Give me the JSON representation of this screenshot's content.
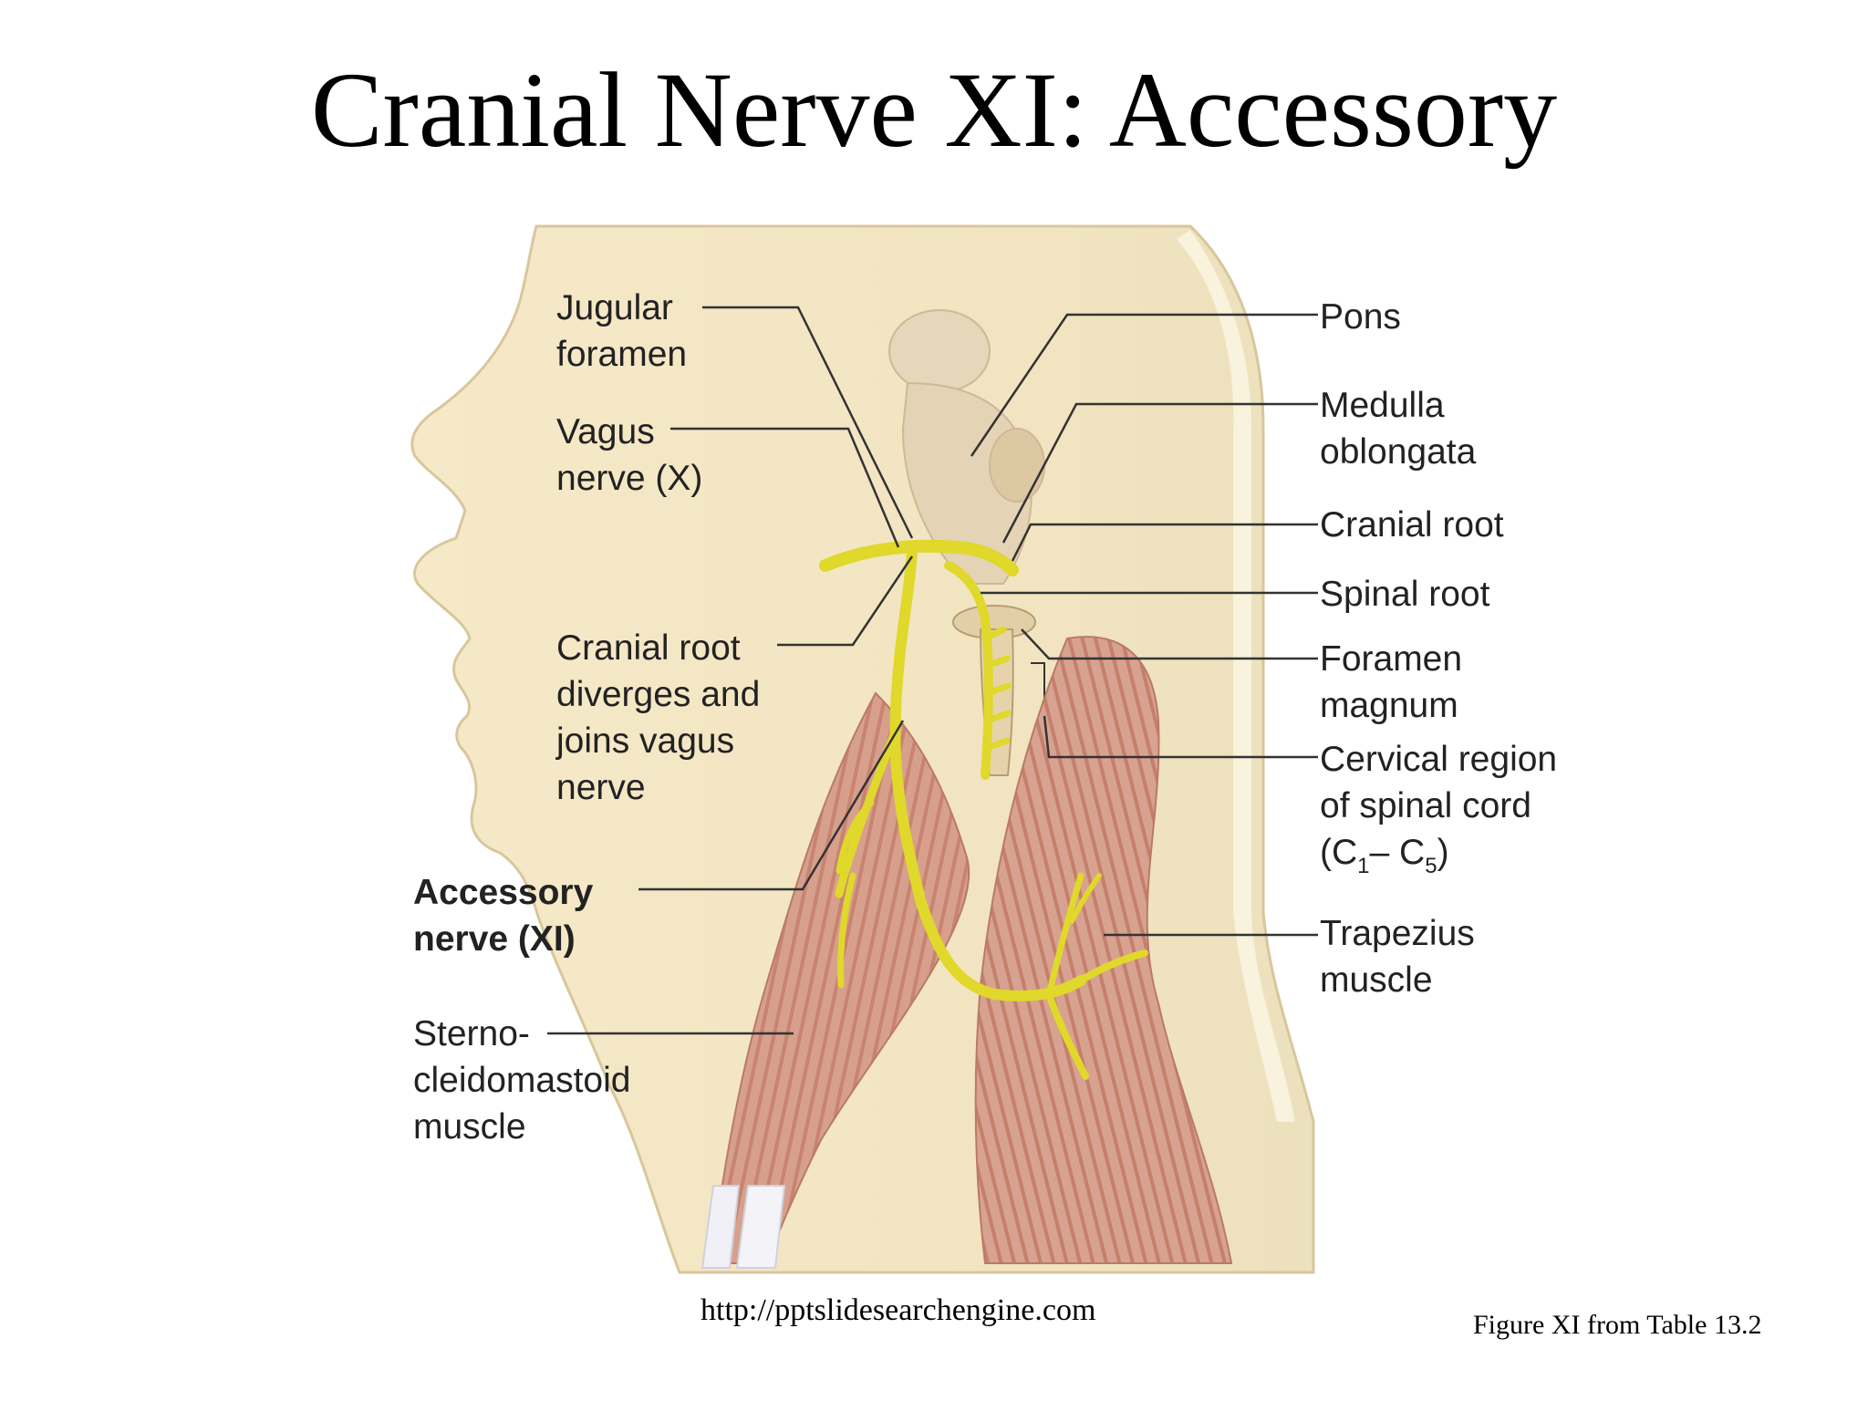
{
  "title": "Cranial Nerve XI: Accessory",
  "labels": {
    "jugular_foramen": [
      "Jugular",
      "foramen"
    ],
    "vagus_nerve": [
      "Vagus",
      "nerve (X)"
    ],
    "cranial_root_diverges": [
      "Cranial root",
      "diverges and",
      "joins vagus",
      "nerve"
    ],
    "accessory_nerve": [
      "Accessory",
      "nerve (XI)"
    ],
    "sternocleidomastoid": [
      "Sterno-",
      "cleidomastoid",
      "muscle"
    ],
    "pons": [
      "Pons"
    ],
    "medulla_oblongata": [
      "Medulla",
      "oblongata"
    ],
    "cranial_root": [
      "Cranial root"
    ],
    "spinal_root": [
      "Spinal root"
    ],
    "foramen_magnum": [
      "Foramen",
      "magnum"
    ],
    "cervical_region": {
      "line1": "Cervical region",
      "line2": "of spinal cord",
      "line3_open": "(C",
      "sub1": "1",
      "line3_mid": "– C",
      "sub2": "5",
      "line3_close": ")"
    },
    "trapezius": [
      "Trapezius",
      "muscle"
    ]
  },
  "source_url": "http://pptslidesearchengine.com",
  "figure_caption": "Figure XI from Table 13.2",
  "colors": {
    "skin": "#f3e6c4",
    "skin_outline": "#d8c79c",
    "muscle": "#d49a86",
    "muscle_dark": "#b8735f",
    "brainstem": "#e6d4b6",
    "nerve": "#e2dc2a",
    "tendon": "#f2f2f5",
    "leader_line": "#333333"
  }
}
